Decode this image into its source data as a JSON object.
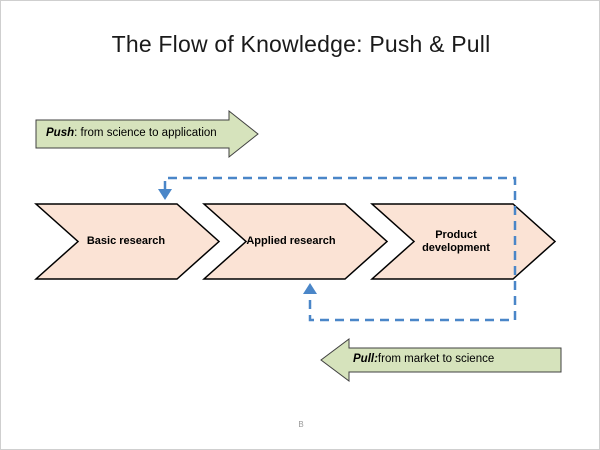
{
  "title": "The Flow of Knowledge: Push & Pull",
  "push_arrow": {
    "label_bold": "Push",
    "label_rest": ": from science to application"
  },
  "pull_arrow": {
    "label_bold": "Pull:",
    "label_rest": " from market to science"
  },
  "chevrons": [
    {
      "label": "Basic research"
    },
    {
      "label": "Applied research"
    },
    {
      "label": "Product development"
    }
  ],
  "footer": "B",
  "colors": {
    "chevron_fill": "#fbe3d5",
    "chevron_stroke": "#000000",
    "green_fill": "#d6e3bc",
    "green_stroke": "#404040",
    "blue_dash": "#4a86c8"
  }
}
